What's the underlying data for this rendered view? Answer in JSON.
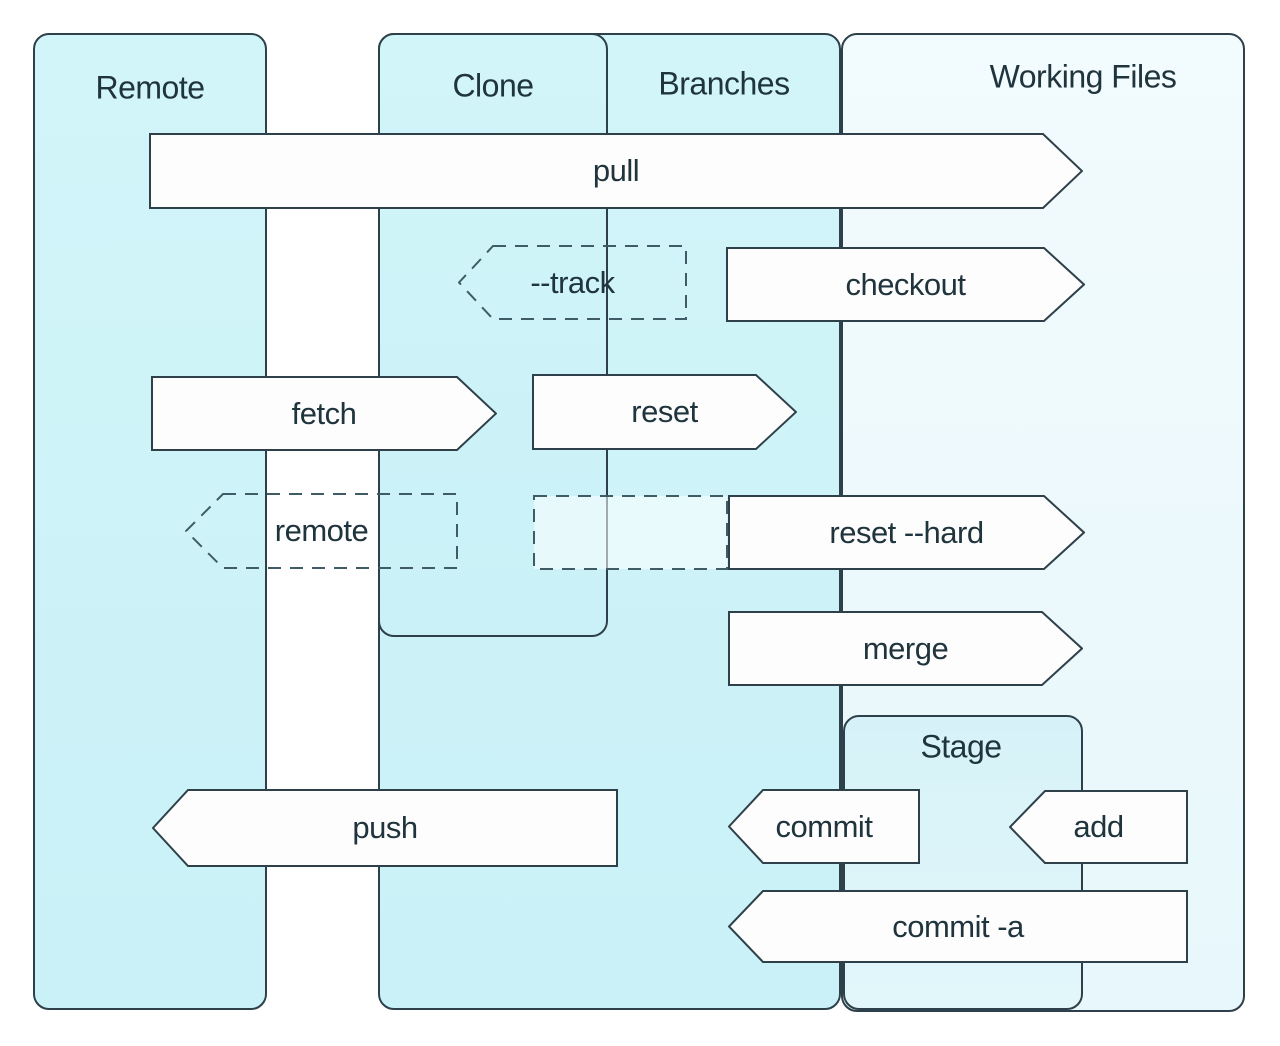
{
  "diagram": {
    "columns": [
      {
        "id": "remote",
        "label": "Remote"
      },
      {
        "id": "clone",
        "label": "Clone"
      },
      {
        "id": "branches",
        "label": "Branches"
      },
      {
        "id": "working-files",
        "label": "Working Files"
      },
      {
        "id": "stage",
        "label": "Stage"
      }
    ],
    "arrows": [
      {
        "id": "pull",
        "label": "pull",
        "direction": "right",
        "style": "solid",
        "from": "working-files",
        "to": "remote"
      },
      {
        "id": "track",
        "label": "--track",
        "direction": "left",
        "style": "dashed",
        "from": "branches",
        "to": "clone"
      },
      {
        "id": "checkout",
        "label": "checkout",
        "direction": "right",
        "style": "solid",
        "from": "branches",
        "to": "working-files"
      },
      {
        "id": "fetch",
        "label": "fetch",
        "direction": "right",
        "style": "solid",
        "from": "remote",
        "to": "clone"
      },
      {
        "id": "reset",
        "label": "reset",
        "direction": "right",
        "style": "solid",
        "from": "clone",
        "to": "branches"
      },
      {
        "id": "remote",
        "label": "remote",
        "direction": "left",
        "style": "dashed",
        "from": "clone",
        "to": "remote"
      },
      {
        "id": "reset-hard-ghost",
        "label": "",
        "direction": "none",
        "style": "dashed",
        "from": "clone",
        "to": "branches"
      },
      {
        "id": "reset-hard",
        "label": "reset --hard",
        "direction": "right",
        "style": "solid",
        "from": "branches",
        "to": "working-files"
      },
      {
        "id": "merge",
        "label": "merge",
        "direction": "right",
        "style": "solid",
        "from": "branches",
        "to": "working-files"
      },
      {
        "id": "push",
        "label": "push",
        "direction": "left",
        "style": "solid",
        "from": "clone",
        "to": "remote"
      },
      {
        "id": "commit",
        "label": "commit",
        "direction": "left",
        "style": "solid",
        "from": "stage",
        "to": "branches"
      },
      {
        "id": "add",
        "label": "add",
        "direction": "left",
        "style": "solid",
        "from": "working-files",
        "to": "stage"
      },
      {
        "id": "commit-a",
        "label": "commit -a",
        "direction": "left",
        "style": "solid",
        "from": "working-files",
        "to": "branches"
      }
    ],
    "colors": {
      "column_fill": "#cdf3f8",
      "working_files_fill": "#ecf9fc",
      "stage_fill": "#dcf5f9",
      "border": "#2e4049",
      "dashed_border": "#3f5c66",
      "arrow_fill": "#fdfdfd",
      "text": "#20343d",
      "background": "#ffffff"
    }
  }
}
